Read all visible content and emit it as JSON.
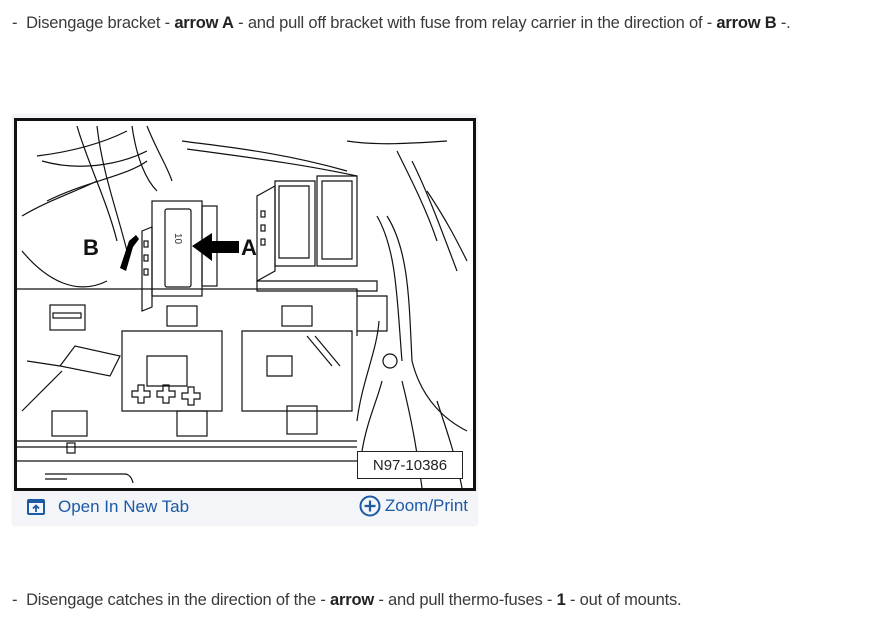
{
  "steps": [
    {
      "bullet": "-",
      "parts": {
        "t1": "Disengage bracket - ",
        "b1": "arrow A",
        "t2": " - and pull off bracket with fuse from relay carrier in the direction of - ",
        "b2": "arrow B",
        "t3": " -."
      }
    },
    {
      "bullet": "-",
      "parts": {
        "t1": "Disengage catches in the direction of the - ",
        "b1": "arrow",
        "t2": " - and pull thermo-fuses - ",
        "b2": "1",
        "t3": " - out of mounts."
      }
    }
  ],
  "figure": {
    "callouts": {
      "a": "A",
      "b": "B",
      "fuse_label": "10"
    },
    "figure_id": "N97-10386",
    "footer": {
      "open_new_tab": {
        "label": "Open In New Tab",
        "icon": "open-new-tab-icon"
      },
      "zoom_print": {
        "label": "Zoom/Print",
        "icon": "zoom-plus-circle-icon"
      }
    }
  },
  "colors": {
    "link": "#1d5aa5",
    "footer_bg": "#f3f5f8",
    "text": "#3a3a3a"
  }
}
